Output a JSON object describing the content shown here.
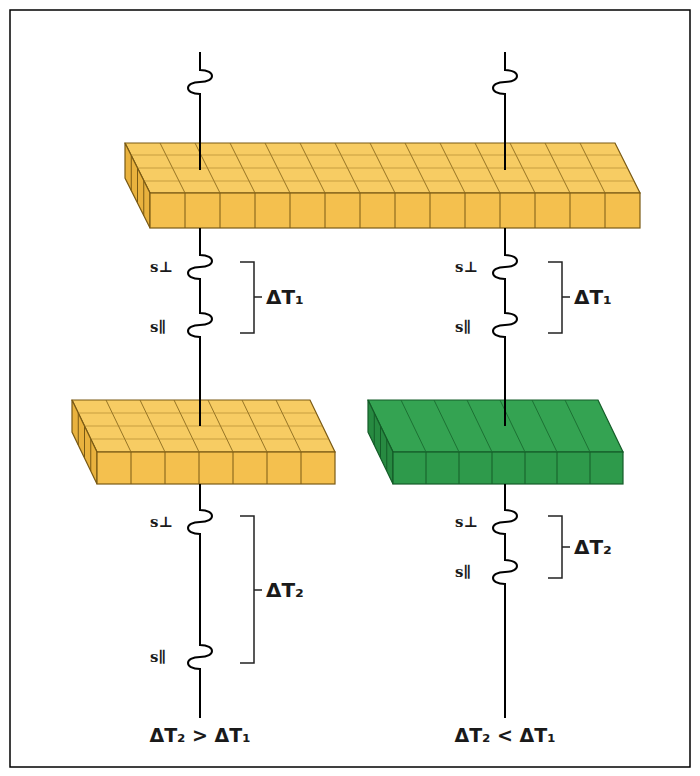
{
  "diagram": {
    "labels": [
      "s⊥",
      "ΔT₁",
      "s∥",
      "s⊥",
      "ΔT₁",
      "s∥",
      "s⊥",
      "ΔT₂",
      "s∥",
      "s⊥",
      "ΔT₂",
      "s∥",
      "ΔT₂ > ΔT₁",
      "ΔT₂ < ΔT₁"
    ]
  }
}
